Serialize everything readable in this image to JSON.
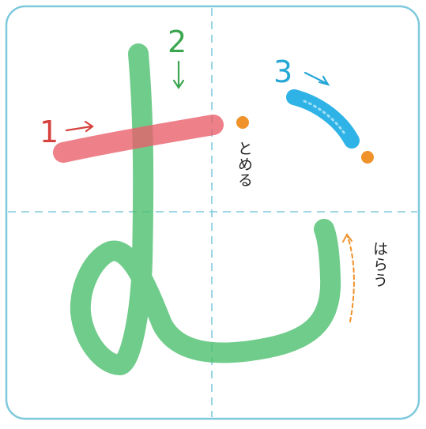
{
  "character": "む",
  "colors": {
    "frame": "#7ec9dc",
    "guide": "#7ec9dc",
    "stroke1": "#e8606c",
    "stroke2": "#4cbf6e",
    "stroke3": "#2fb3e6",
    "dot": "#f0922a",
    "num1": "#d6423d",
    "num2": "#3aa64e",
    "num3": "#25a7d6"
  },
  "strokes": [
    {
      "number": "1",
      "arrow": "right-arrow"
    },
    {
      "number": "2",
      "arrow": "down-arrow"
    },
    {
      "number": "3",
      "arrow": "down-right-arrow"
    }
  ],
  "annotations": {
    "tomeru": "とめる",
    "harau": "はらう"
  }
}
